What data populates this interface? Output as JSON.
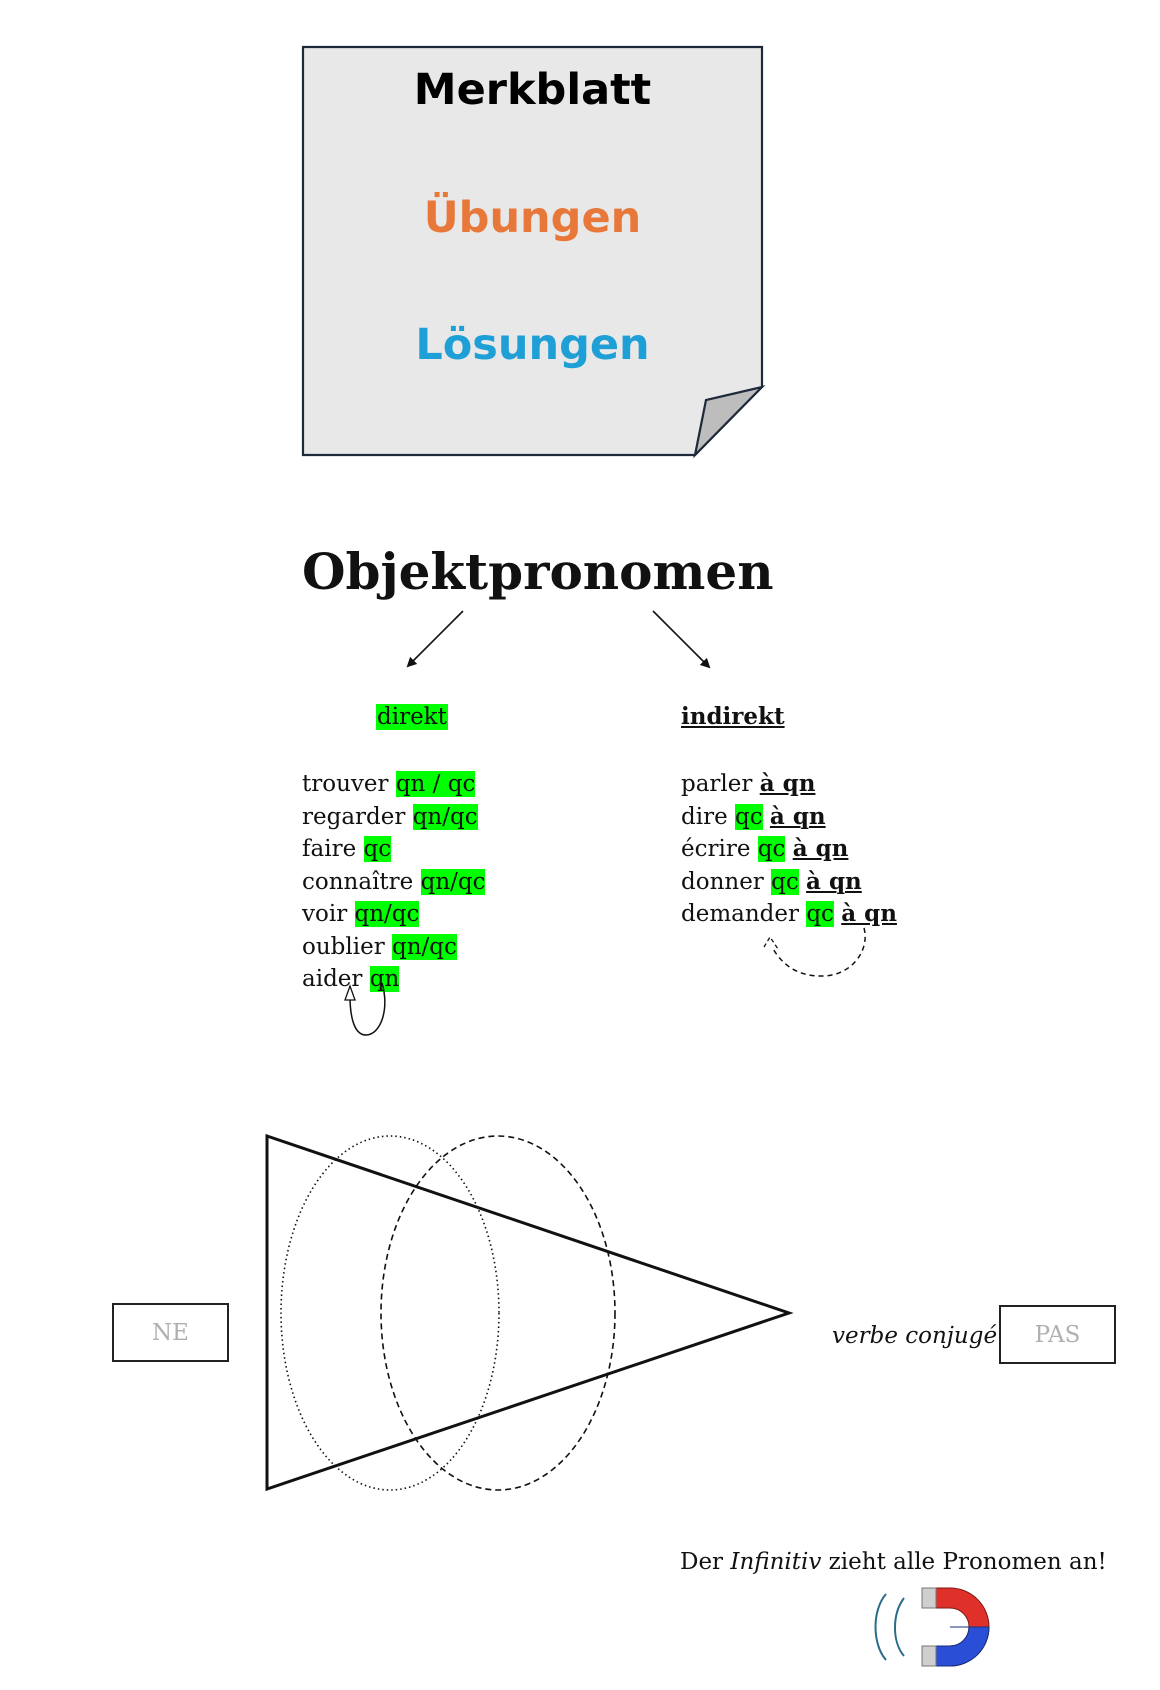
{
  "card": {
    "title": "Merkblatt",
    "exercises": "Übungen",
    "solutions": "Lösungen",
    "fill_color": "#e8e8e8",
    "border_color": "#1e2a3a"
  },
  "page_title": "Objektpronomen",
  "direct": {
    "heading": "direkt",
    "highlight_color": "#00ff00",
    "items": [
      {
        "verb": "trouver",
        "object": "qn / qc"
      },
      {
        "verb": "regarder",
        "object": "qn/qc"
      },
      {
        "verb": "faire",
        "object": "qc"
      },
      {
        "verb": "connaître",
        "object": "qn/qc"
      },
      {
        "verb": "voir",
        "object": "qn/qc"
      },
      {
        "verb": "oublier",
        "object": "qn/qc"
      },
      {
        "verb": "aider",
        "object": "qn"
      }
    ]
  },
  "indirect": {
    "heading": "indirekt",
    "items": [
      {
        "verb": "parler",
        "object": "",
        "prep": "à qn"
      },
      {
        "verb": "dire",
        "object": "qc",
        "prep": "à qn"
      },
      {
        "verb": "écrire",
        "object": "qc",
        "prep": "à qn"
      },
      {
        "verb": "donner",
        "object": "qc",
        "prep": "à qn"
      },
      {
        "verb": "demander",
        "object": "qc",
        "prep": "à qn"
      }
    ]
  },
  "diagram": {
    "ne_label": "NE",
    "verb_label": "verbe conjugé",
    "pas_label": "PAS"
  },
  "rule": {
    "prefix": "Der ",
    "emphasis": "Infinitiv",
    "suffix": " zieht alle Pronomen an!"
  },
  "magnet_icon": "magnet-icon",
  "magnet_colors": {
    "red": "#e0302a",
    "blue": "#2a4fd6"
  }
}
